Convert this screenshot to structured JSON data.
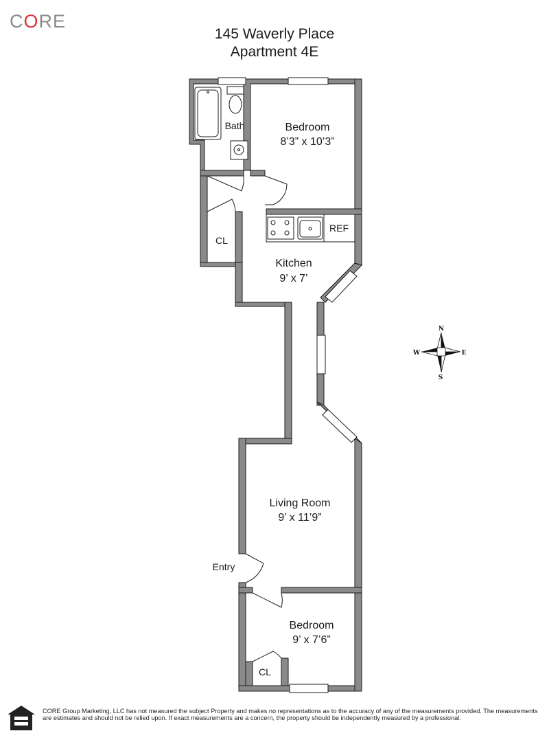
{
  "logo": {
    "brand_prefix": "C",
    "brand_o": "O",
    "brand_suffix": "RE"
  },
  "header": {
    "address": "145 Waverly Place",
    "unit": "Apartment 4E"
  },
  "rooms": {
    "bedroom1": {
      "name": "Bedroom",
      "dims": "8’3” x 10’3”"
    },
    "bath": {
      "name": "Bath"
    },
    "kitchen": {
      "name": "Kitchen",
      "dims": "9’ x 7’"
    },
    "ref": {
      "name": "REF"
    },
    "closet1": {
      "name": "CL"
    },
    "living": {
      "name": "Living Room",
      "dims": "9’ x 11’9”"
    },
    "entry": {
      "name": "Entry"
    },
    "bedroom2": {
      "name": "Bedroom",
      "dims": "9’ x 7’6”"
    },
    "closet2": {
      "name": "CL"
    }
  },
  "compass": {
    "n": "N",
    "s": "S",
    "e": "E",
    "w": "W"
  },
  "footer": {
    "disclaimer": "CORE Group Marketing, LLC has not measured the subject Property and makes no representations as to the accuracy of any of the measurements provided. The measurements are estimates and should not be relied upon. If exact measurements are a concern, the property should be independently measured by a professional.",
    "logo_icon": "equal-housing-opportunity-icon"
  },
  "colors": {
    "wall": "#8a8a8a",
    "wall_outline": "#1a1a1a",
    "brand_accent": "#d6333a"
  }
}
